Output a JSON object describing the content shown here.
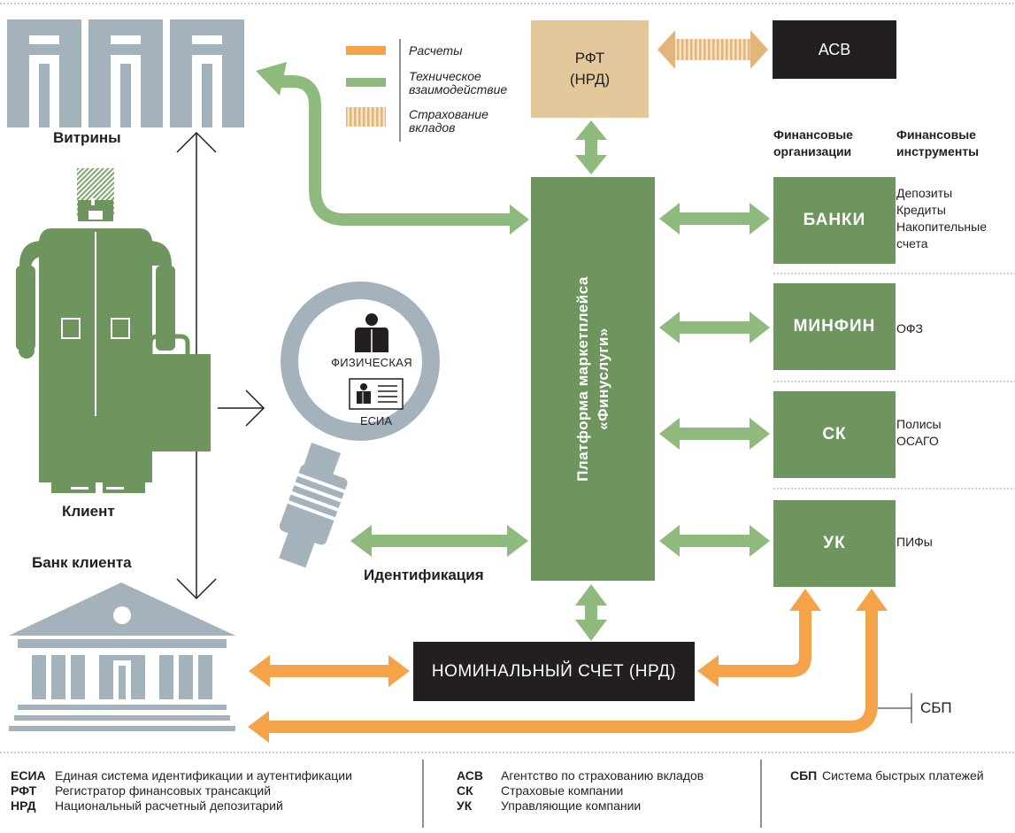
{
  "labels": {
    "storefronts": "Витрины",
    "client": "Клиент",
    "client_bank": "Банк клиента",
    "identification": "Идентификация",
    "sbp": "СБП"
  },
  "legend": [
    {
      "label": "Расчеты",
      "color": "#f5a348"
    },
    {
      "line1": "Техническое",
      "line2": "взаимодействие",
      "color": "#8fba7d"
    },
    {
      "line1": "Страхование",
      "line2": "вкладов",
      "color": "#e4b57a"
    }
  ],
  "boxes": {
    "rft": {
      "line1": "РФТ",
      "line2": "(НРД)"
    },
    "asv": "АСВ",
    "platform": {
      "line1": "Платформа маркетплейса",
      "line2": "«Финуслуги»"
    },
    "nominal_account": "НОМИНАЛЬНЫЙ СЧЕТ (НРД)"
  },
  "headers": {
    "orgs": {
      "line1": "Финансовые",
      "line2": "организации"
    },
    "instruments": {
      "line1": "Финансовые",
      "line2": "инструменты"
    }
  },
  "orgs": [
    {
      "name": "БАНКИ",
      "instruments": [
        "Депозиты",
        "Кредиты",
        "Накопительные",
        "счета"
      ]
    },
    {
      "name": "МИНФИН",
      "instruments": [
        "ОФЗ"
      ]
    },
    {
      "name": "СК",
      "instruments": [
        "Полисы",
        "ОСАГО"
      ]
    },
    {
      "name": "УК",
      "instruments": [
        "ПИФы"
      ]
    }
  ],
  "magnifier": {
    "physical": "ФИЗИЧЕСКАЯ",
    "esia": "ЕСИА"
  },
  "glossary": [
    {
      "abbr": "ЕСИА",
      "text": "Единая система идентификации и аутентификации"
    },
    {
      "abbr": "РФТ",
      "text": "Регистратор финансовых трансакций"
    },
    {
      "abbr": "НРД",
      "text": "Национальный расчетный депозитарий"
    },
    {
      "abbr": "АСВ",
      "text": "Агентство по страхованию вкладов"
    },
    {
      "abbr": "СК",
      "text": "Страховые компании"
    },
    {
      "abbr": "УК",
      "text": "Управляющие компании"
    },
    {
      "abbr": "СБП",
      "text": "Система быстрых платежей"
    }
  ],
  "colors": {
    "green_box": "#6d955d",
    "green_arrow": "#8fba7d",
    "orange_arrow": "#f5a348",
    "grey_icon": "#a4b2bb",
    "rft_fill": "#e2c89a",
    "dark_box": "#231f20"
  }
}
